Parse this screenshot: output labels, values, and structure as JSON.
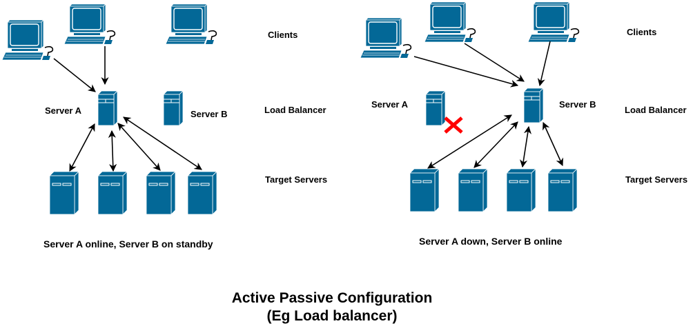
{
  "colors": {
    "device": "#036897",
    "failure": "#ff0000",
    "arrow": "#000000"
  },
  "left": {
    "clients_label": "Clients",
    "load_balancer_label": "Load Balancer",
    "target_servers_label": "Target Servers",
    "server_a_label": "Server A",
    "server_b_label": "Server B",
    "caption": "Server A online, Server B on standby"
  },
  "right": {
    "clients_label": "Clients",
    "load_balancer_label": "Load Balancer",
    "target_servers_label": "Target Servers",
    "server_a_label": "Server A",
    "server_b_label": "Server B",
    "caption": "Server A down, Server B online"
  },
  "title": {
    "line1": "Active Passive Configuration",
    "line2": "(Eg Load balancer)"
  }
}
